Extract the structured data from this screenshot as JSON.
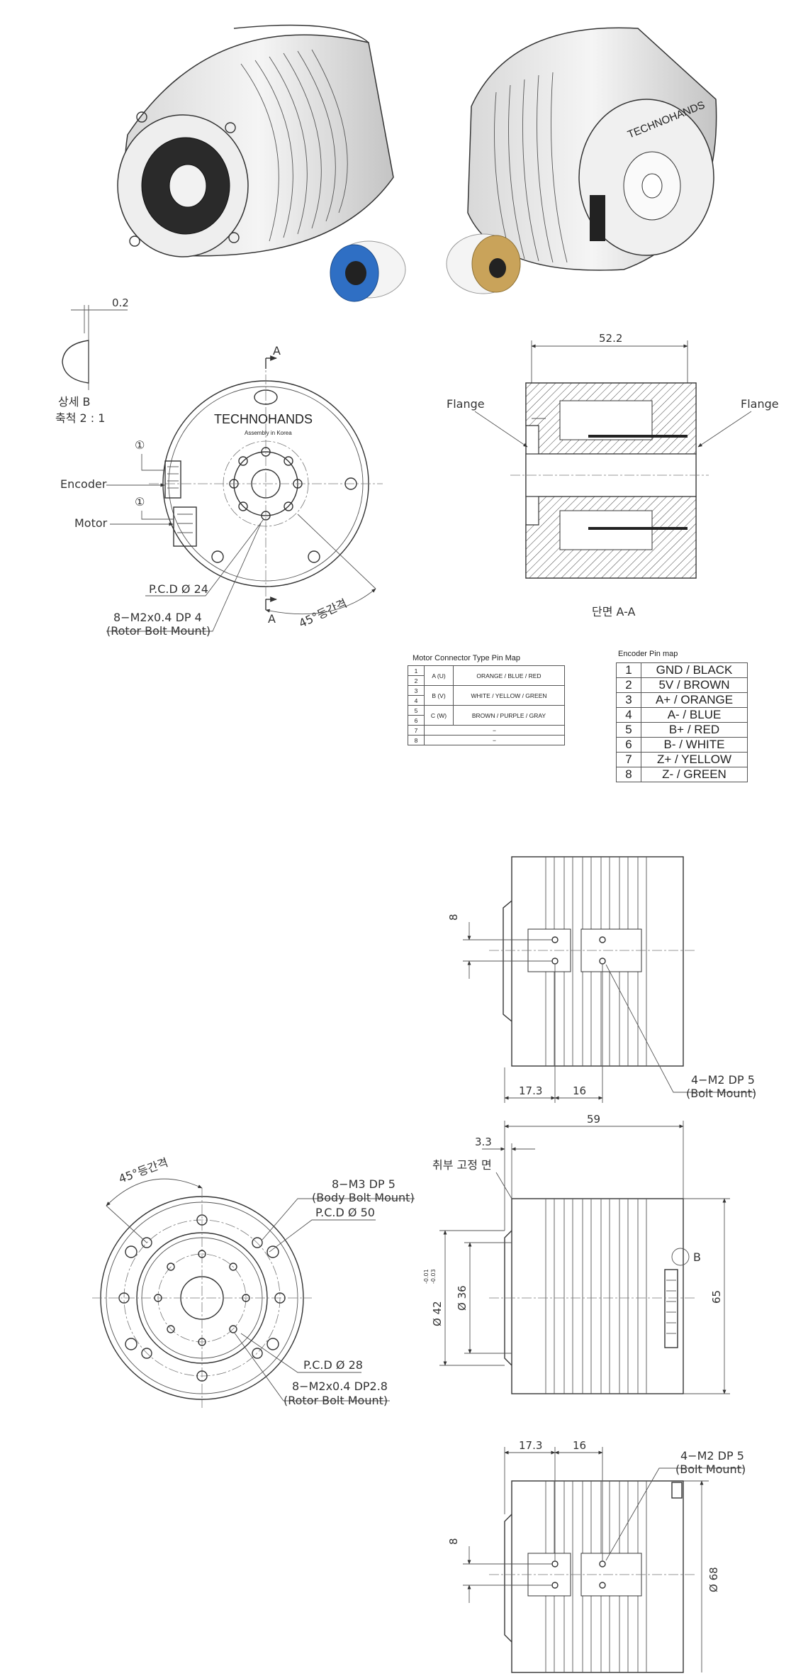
{
  "brand": {
    "name": "TECHNOHANDS",
    "tagline": "Assembly in Korea"
  },
  "front_view": {
    "detail_label": "상세 B",
    "detail_scale": "축척 2 : 1",
    "detail_dim": "0.2",
    "section_mark": "A",
    "callout_number": "①",
    "encoder_label": "Encoder",
    "motor_label": "Motor",
    "pcd_label": "P.C.D Ø 24",
    "rotor_bolt_spec": "8−M2x0.4 DP 4",
    "rotor_bolt_note": "(Rotor Bolt Mount)",
    "angle_note": "45°등간격"
  },
  "section_view": {
    "width_dim": "52.2",
    "flange_left": "Flange",
    "flange_right": "Flange",
    "title": "단면 A-A"
  },
  "motor_pin_map": {
    "title": "Motor Connector Type Pin Map",
    "rows": [
      {
        "pins": [
          "1",
          "2"
        ],
        "phase": "A (U)",
        "colors": "ORANGE / BLUE / RED"
      },
      {
        "pins": [
          "3",
          "4"
        ],
        "phase": "B (V)",
        "colors": "WHITE / YELLOW / GREEN"
      },
      {
        "pins": [
          "5",
          "6"
        ],
        "phase": "C (W)",
        "colors": "BROWN / PURPLE / GRAY"
      },
      {
        "pins": [
          "7"
        ],
        "phase": "",
        "colors": "−"
      },
      {
        "pins": [
          "8"
        ],
        "phase": "",
        "colors": "−"
      }
    ]
  },
  "encoder_pin_map": {
    "title": "Encoder Pin map",
    "rows": [
      {
        "pin": "1",
        "signal": "GND / BLACK"
      },
      {
        "pin": "2",
        "signal": "5V / BROWN"
      },
      {
        "pin": "3",
        "signal": "A+ / ORANGE"
      },
      {
        "pin": "4",
        "signal": "A- / BLUE"
      },
      {
        "pin": "5",
        "signal": "B+ / RED"
      },
      {
        "pin": "6",
        "signal": "B- / WHITE"
      },
      {
        "pin": "7",
        "signal": "Z+ / YELLOW"
      },
      {
        "pin": "8",
        "signal": "Z- / GREEN"
      }
    ]
  },
  "top_side_view": {
    "dim_slot": "8",
    "dim_a": "17.3",
    "dim_b": "16",
    "bolt_spec": "4−M2 DP 5",
    "bolt_note": "(Bolt Mount)"
  },
  "rear_view": {
    "angle_note": "45°등간격",
    "body_bolt_spec": "8−M3 DP 5",
    "body_bolt_note": "(Body Bolt Mount)",
    "pcd_outer": "P.C.D Ø 50",
    "pcd_inner": "P.C.D Ø 28",
    "rotor_bolt_spec": "8−M2x0.4 DP2.8",
    "rotor_bolt_note": "(Rotor Bolt Mount)"
  },
  "side_view": {
    "length_dim": "59",
    "flange_dim": "3.3",
    "mount_face": "취부 고정 면",
    "dia_outer": "Ø 42",
    "dia_outer_tol_upper": "-0.01",
    "dia_outer_tol_lower": "-0.03",
    "dia_inner": "Ø 36",
    "height_dim": "65",
    "detail_mark": "B"
  },
  "bottom_side_view": {
    "dim_a": "17.3",
    "dim_b": "16",
    "bolt_spec": "4−M2 DP 5",
    "bolt_note": "(Bolt Mount)",
    "dim_slot": "8",
    "dia": "Ø 68"
  },
  "colors": {
    "line": "#333333",
    "body_gray": "#e6e6e6",
    "blue_unit": "#2f6fc4",
    "gold_unit": "#c9a35a"
  }
}
